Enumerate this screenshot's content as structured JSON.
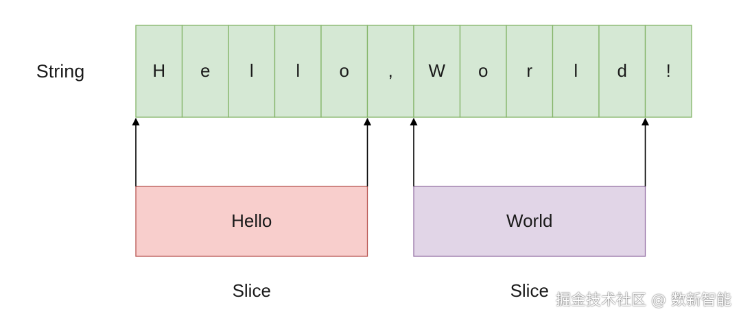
{
  "string_label": "String",
  "characters": [
    "H",
    "e",
    "l",
    "l",
    "o",
    ",",
    "W",
    "o",
    "r",
    "l",
    "d",
    "!"
  ],
  "slices": [
    {
      "label": "Hello",
      "caption": "Slice",
      "start_index": 0,
      "end_index": 5,
      "fill": "#f8cecc",
      "stroke": "#b85450"
    },
    {
      "label": "World",
      "caption": "Slice",
      "start_index": 6,
      "end_index": 11,
      "fill": "#e1d5e7",
      "stroke": "#9673a6"
    }
  ],
  "colors": {
    "cell_fill": "#d5e8d4",
    "cell_stroke": "#82b366",
    "arrow": "#000000",
    "text": "#000000"
  },
  "watermark": "掘金技术社区 @ 数新智能"
}
